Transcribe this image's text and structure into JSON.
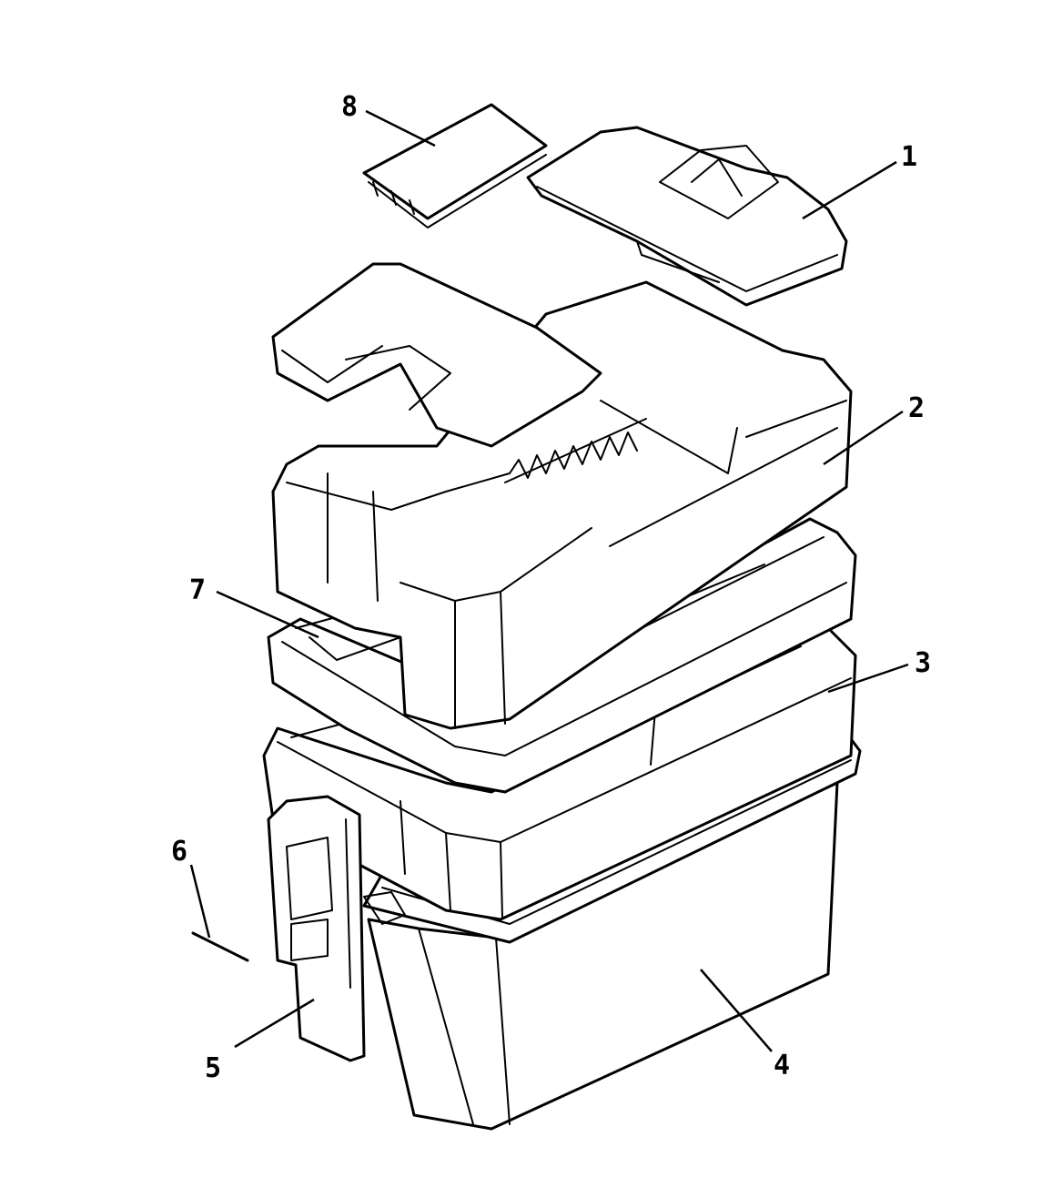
{
  "figure": {
    "callouts": [
      {
        "id": "8",
        "label": "8"
      },
      {
        "id": "1",
        "label": "1"
      },
      {
        "id": "2",
        "label": "2"
      },
      {
        "id": "7",
        "label": "7"
      },
      {
        "id": "3",
        "label": "3"
      },
      {
        "id": "6",
        "label": "6"
      },
      {
        "id": "5",
        "label": "5"
      },
      {
        "id": "4",
        "label": "4"
      }
    ]
  }
}
